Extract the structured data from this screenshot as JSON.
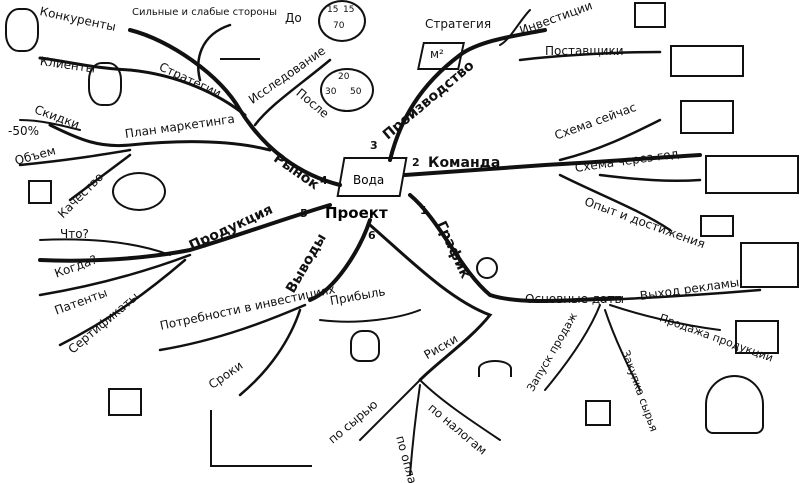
{
  "center": {
    "title": "Проект",
    "logo_text": "Вода"
  },
  "branches": {
    "market": {
      "num": "4",
      "label": "Рынок"
    },
    "production": {
      "num": "3",
      "label": "Производство"
    },
    "team": {
      "num": "2",
      "label": "Команда"
    },
    "schedule": {
      "num": "1",
      "label": "График"
    },
    "products": {
      "num": "5",
      "label": "Продукция"
    },
    "conclusions": {
      "num": "6",
      "label": "Выводы"
    }
  },
  "market_items": {
    "competitors": "Конкуренты",
    "clients": "Клиенты",
    "strengths": "Сильные и слабые стороны",
    "strategies": "Стратегии",
    "research": "Исследование",
    "before": "До",
    "after": "После",
    "discounts": "Скидки",
    "minus50": "-50%",
    "volume": "Объем",
    "quality": "Качество",
    "marketing_plan": "План маркетинга",
    "pie_before": [
      "15",
      "15",
      "70"
    ],
    "pie_after": [
      "20",
      "30",
      "50"
    ]
  },
  "production_items": {
    "strategy": "Стратегия",
    "investments": "Инвестиции",
    "suppliers": "Поставщики",
    "m2": "м²"
  },
  "team_items": {
    "scheme_now": "Схема сейчас",
    "scheme_year": "Схема через год",
    "experience": "Опыт и достижения"
  },
  "schedule_items": {
    "main_dates": "Основные даты",
    "ad_launch": "Выход рекламы",
    "product_sales": "Продажа продукции",
    "sales_launch": "Запуск продаж",
    "raw_purchase": "Закупка сырья"
  },
  "products_items": {
    "what": "Что?",
    "when": "Когда?",
    "patents": "Патенты",
    "certificates": "Сертификаты"
  },
  "conclusions_items": {
    "needs": "Потребности в инвестициях",
    "profit": "Прибыль",
    "terms": "Сроки",
    "risks": "Риски",
    "raw": "по сырью",
    "taxes": "по налогам",
    "payment": "по оплате"
  },
  "icons": [
    "rabbit-icon",
    "kangaroo-icon",
    "scales-icon",
    "pie-chart-icon",
    "checkbox-icon",
    "heart-icon",
    "certificate-icon",
    "money-bag-icon",
    "graph-icon",
    "umbrella-icon",
    "faucet-icon",
    "fountain-icon",
    "truck-icon",
    "org-chart-icon",
    "graduation-cap-icon",
    "tv-icon",
    "boxes-icon",
    "dollar-box-icon",
    "clock-icon",
    "water-logo-icon"
  ]
}
